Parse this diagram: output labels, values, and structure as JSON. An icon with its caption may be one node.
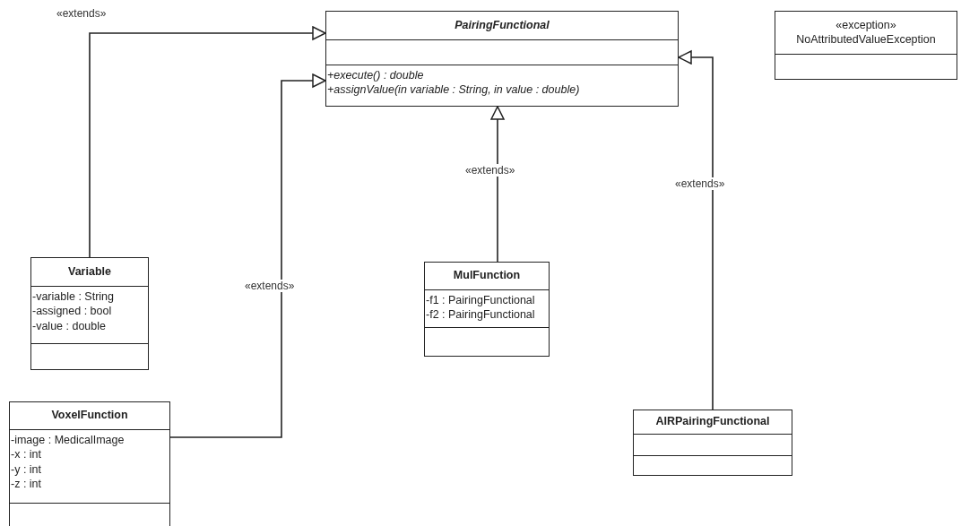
{
  "diagram": {
    "nodes": [
      {
        "text": [
          "PairingFunctional",
          "+execute() : double",
          "+assignValue(in variable : String, in value : double)"
        ]
      },
      {
        "text": [
          "«exception»",
          "NoAttributedValueException"
        ]
      },
      {
        "text": [
          "Variable",
          "-variable : String",
          "-assigned : bool",
          "-value : double"
        ]
      },
      {
        "text": [
          "MulFunction",
          "-f1 : PairingFunctional",
          "-f2 : PairingFunctional"
        ]
      },
      {
        "text": [
          "VoxelFunction",
          "-image : MedicalImage",
          "-x : int",
          "-y : int",
          "-z : int"
        ]
      },
      {
        "text": [
          "AIRPairingFunctional"
        ]
      }
    ],
    "edges": [
      {
        "from": 2,
        "to": 0,
        "arrow": "to",
        "label": "«extends»"
      },
      {
        "from": 4,
        "to": 0,
        "arrow": "to",
        "label": "«extends»"
      },
      {
        "from": 3,
        "to": 0,
        "arrow": "to",
        "label": "«extends»"
      },
      {
        "from": 5,
        "to": 0,
        "arrow": "to",
        "label": "«extends»"
      }
    ]
  }
}
